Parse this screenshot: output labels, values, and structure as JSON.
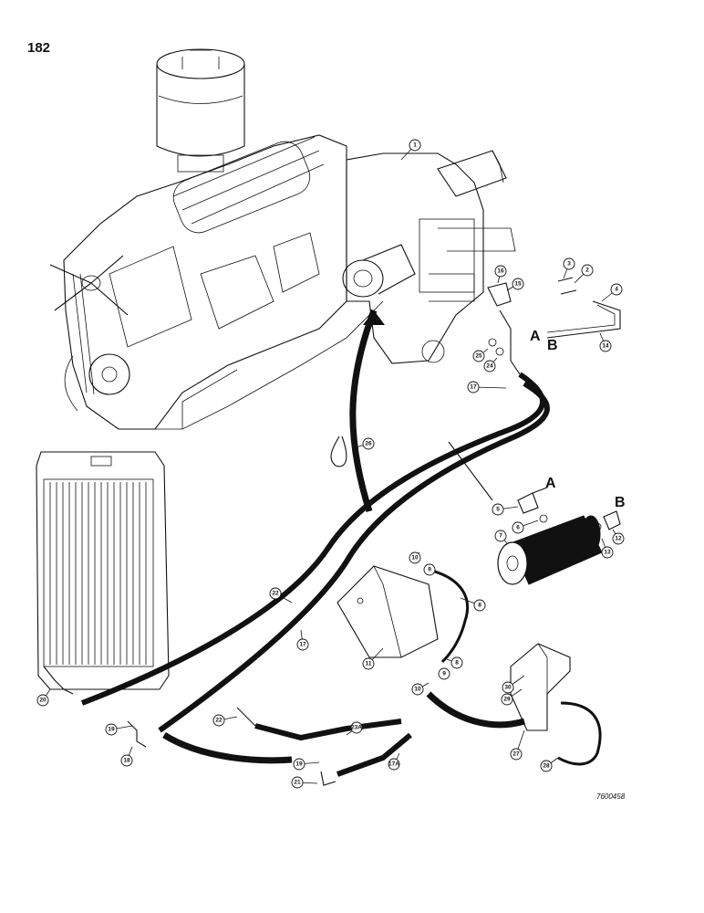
{
  "page": {
    "number": "182",
    "figure_code": "7600458"
  },
  "connections": {
    "a": "A",
    "b": "B"
  },
  "callouts": [
    "1",
    "2",
    "3",
    "4",
    "5",
    "6",
    "7",
    "8",
    "9",
    "10",
    "11",
    "12",
    "13",
    "14",
    "15",
    "16",
    "17",
    "17A",
    "18",
    "19",
    "20",
    "21",
    "22",
    "22",
    "23A",
    "24",
    "25",
    "26",
    "27",
    "28",
    "29",
    "30",
    "8",
    "9",
    "10",
    "19"
  ]
}
